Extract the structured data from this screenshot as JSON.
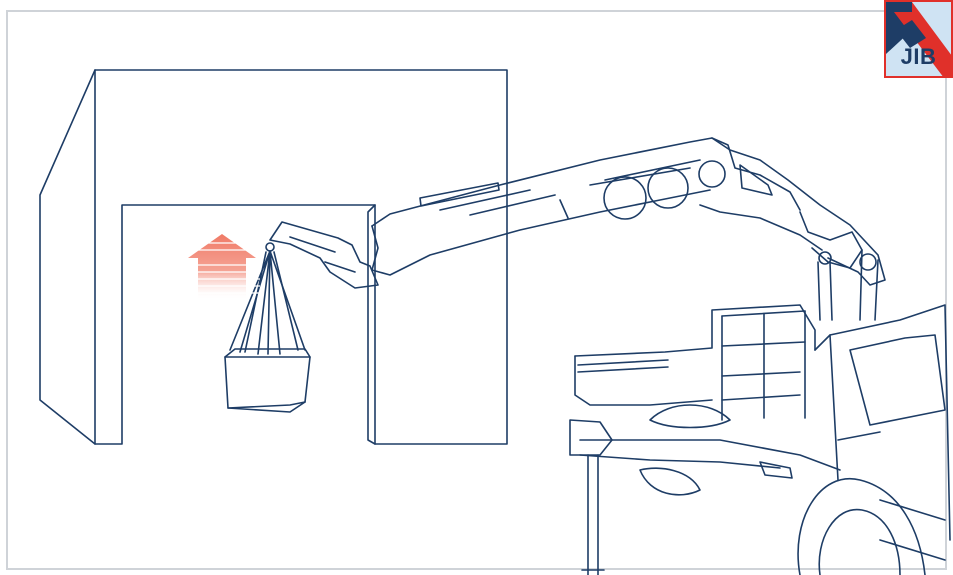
{
  "logo": {
    "text": "JIB",
    "colors": {
      "border": "#e0302a",
      "background": "#cfe3f3",
      "navy": "#1e3d66",
      "stripe": "#e0302a"
    }
  },
  "scene": {
    "stroke_color": "#1e3d66",
    "arrow_color": "#f07a66",
    "frame_color": "#cfd3d8",
    "elements": [
      "building",
      "doorway",
      "lifting-arrow",
      "load-bag",
      "crane-boom",
      "truck"
    ]
  }
}
